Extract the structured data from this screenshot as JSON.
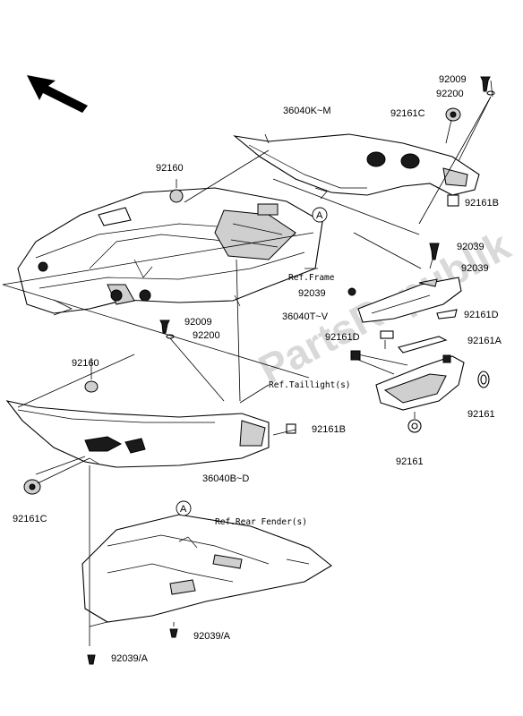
{
  "watermark": "PartsRepublik",
  "callouts": {
    "a_upper": "A",
    "a_lower": "A"
  },
  "labels": {
    "p92009_top": "92009",
    "p92200_top": "92200",
    "p92161c_top": "92161C",
    "p36040km": "36040K~M",
    "p92160_upper": "92160",
    "p92161b_upper": "92161B",
    "p92039_a": "92039",
    "p92039_b": "92039",
    "p92039_c": "92039",
    "p36040tv": "36040T~V",
    "p92161d_right": "92161D",
    "p92161d_left": "92161D",
    "p92161a": "92161A",
    "p92009_mid": "92009",
    "p92200_mid": "92200",
    "p92160_lower": "92160",
    "p92161_right": "92161",
    "p92161_bottom": "92161",
    "p92161b_lower": "92161B",
    "p36040bd": "36040B~D",
    "p92161c_lower": "92161C",
    "p92039a_1": "92039/A",
    "p92039a_2": "92039/A"
  },
  "references": {
    "frame": "Ref.Frame",
    "taillight": "Ref.Taillight(s)",
    "rear_fender": "Ref.Rear Fender(s)"
  }
}
